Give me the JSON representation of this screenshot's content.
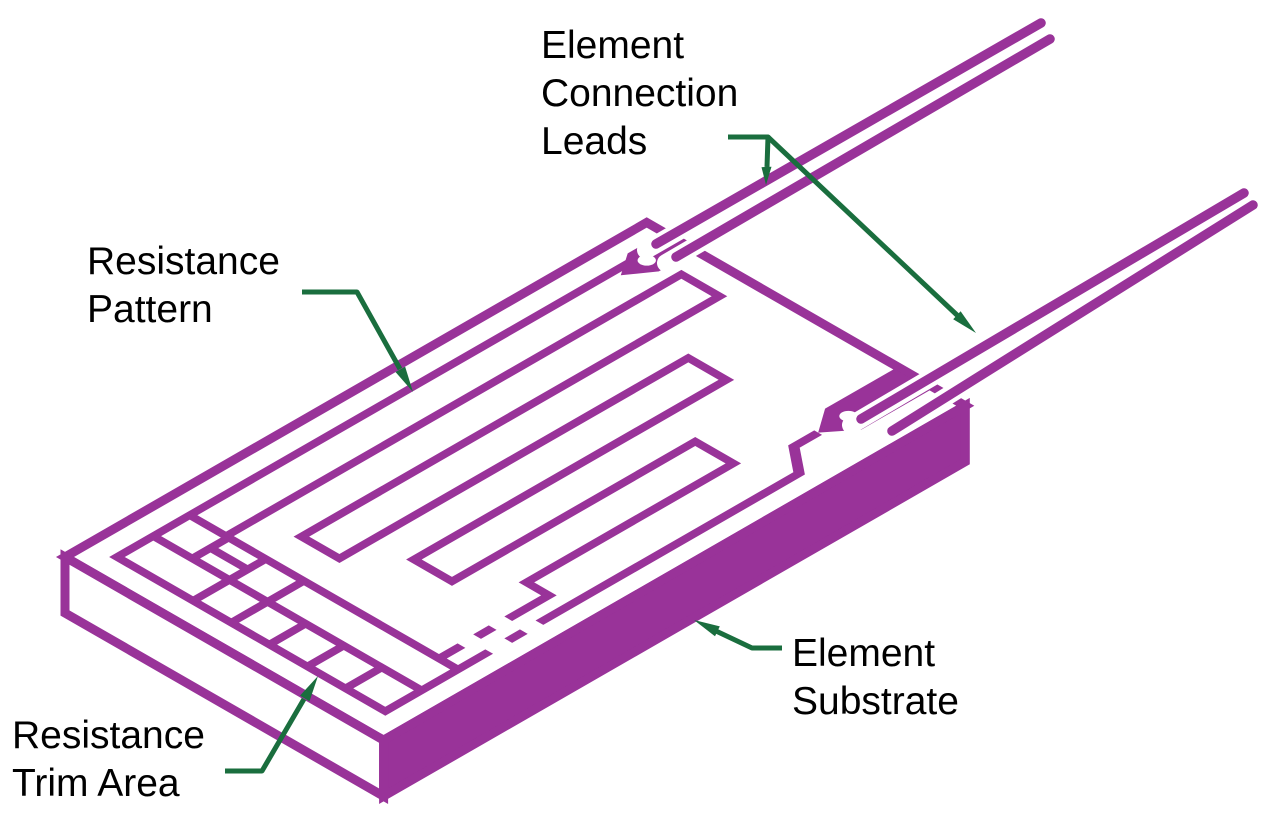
{
  "diagram": {
    "title_semantic": "Thin-film RTD element construction diagram",
    "labels": {
      "connection_leads": {
        "line1": "Element",
        "line2": "Connection",
        "line3": "Leads"
      },
      "pattern": {
        "line1": "Resistance",
        "line2": "Pattern"
      },
      "trim": {
        "line1": "Resistance",
        "line2": "Trim Area"
      },
      "substrate": {
        "line1": "Element",
        "line2": "Substrate"
      }
    },
    "colors": {
      "element_purple": "#993399",
      "leader_green": "#1a6e3e",
      "label_text": "#000000",
      "background": "#ffffff"
    },
    "parts": [
      "resistance-pattern",
      "resistance-trim-area",
      "element-connection-leads",
      "element-substrate"
    ]
  }
}
